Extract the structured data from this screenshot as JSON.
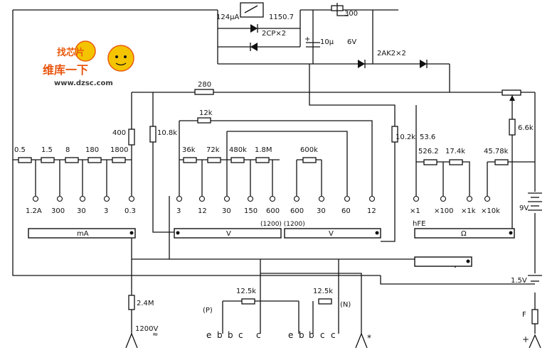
{
  "watermark": {
    "line1": "找芯片",
    "line2": "维库一下",
    "line3": "www.dzsc.com",
    "colors": {
      "orange": "#e85a0c",
      "yellow": "#f5c400",
      "dark": "#3a3a3a"
    }
  },
  "meter": {
    "current": "124μA",
    "resistance": "1150.7",
    "pot": "300",
    "diodes": "2CP×2"
  },
  "capacitor": {
    "value": "10μ",
    "voltage": "6V"
  },
  "top_diodes": "2AK2×2",
  "top_resistor": "280",
  "left_divider": {
    "r_vert": "400",
    "r_volt": "10.8k",
    "labels": [
      "0.5",
      "1.5",
      "8",
      "180",
      "1800"
    ]
  },
  "ma_ranges": [
    "1.2A",
    "300",
    "30",
    "3",
    "0.3"
  ],
  "v_resistors": {
    "r12k": "12k",
    "row": [
      "36k",
      "72k",
      "480k",
      "1.8M",
      "600k"
    ]
  },
  "v_ranges": [
    "3",
    "12",
    "30",
    "150",
    "600",
    "600",
    "30",
    "60",
    "12"
  ],
  "r_section": {
    "r10_2k": "10.2k",
    "r53_6": "53.6",
    "row": [
      "526.2",
      "17.4k",
      "45.78k"
    ],
    "r6_6k": "6.6k"
  },
  "r_ranges": [
    "×1",
    "×100",
    "×1k",
    "×10k"
  ],
  "battery_9v": "9V",
  "battery_1_5v": "1.5V",
  "fuse": "F",
  "plus": "+",
  "bars": {
    "ma": "mA",
    "v_dc": "V",
    "v_ac": "V",
    "ohm": "Ω",
    "hfe": "hFE",
    "note": "(1200) (1200)"
  },
  "bottom": {
    "r2_4m": "2.4M",
    "v1200": "1200V",
    "tilde": "≈",
    "p": "(P)",
    "n": "(N)",
    "r12_5k_a": "12.5k",
    "r12_5k_b": "12.5k",
    "ebc_left": [
      "e",
      "b",
      "b",
      "c",
      "c"
    ],
    "ebc_right": [
      "e",
      "b",
      "b",
      "c",
      "c"
    ],
    "star": "*"
  }
}
